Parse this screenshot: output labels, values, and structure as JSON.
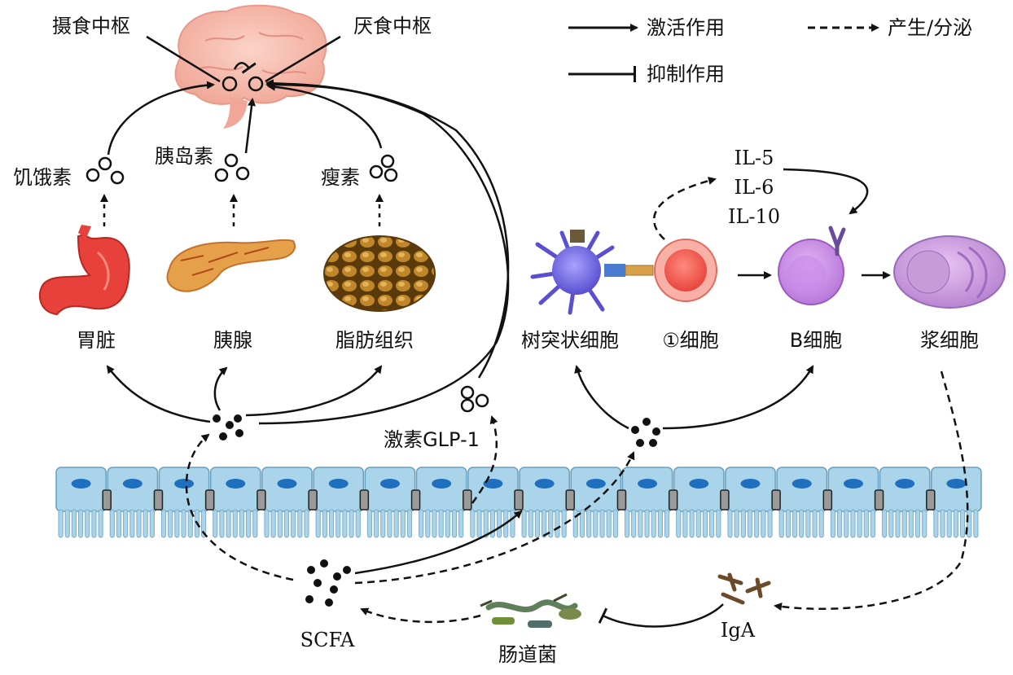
{
  "legend": {
    "activate": "激活作用",
    "inhibit": "抑制作用",
    "secrete": "产生/分泌"
  },
  "brain": {
    "feeding_center": "摄食中枢",
    "satiety_center": "厌食中枢"
  },
  "hormones": {
    "ghrelin": "饥饿素",
    "insulin": "胰岛素",
    "leptin": "瘦素",
    "glp1": "激素GLP-1"
  },
  "organs": {
    "stomach": "胃脏",
    "pancreas": "胰腺",
    "adipose": "脂肪组织"
  },
  "immune": {
    "dendritic": "树突状细胞",
    "cell1": "①细胞",
    "bcell": "B细胞",
    "plasma": "浆细胞",
    "il5": "IL-5",
    "il6": "IL-6",
    "il10": "IL-10"
  },
  "gut": {
    "scfa": "SCFA",
    "bacteria": "肠道菌",
    "iga": "IgA"
  },
  "colors": {
    "brain": "#f4b6a8",
    "stomach": "#e8403a",
    "pancreas": "#e6a04a",
    "adipose": "#a06a18",
    "epithelium": "#a9d4ea",
    "nucleus": "#1f6fbf",
    "dendritic": "#7a6fe0",
    "cell1": "#f2584c",
    "bcell": "#c98be8",
    "plasma": "#c79ad8"
  }
}
